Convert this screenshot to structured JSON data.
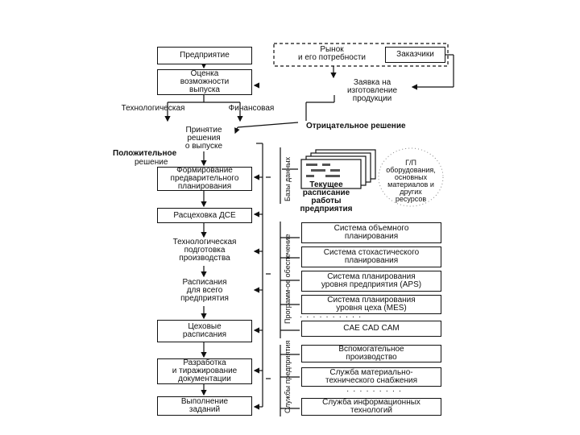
{
  "left_column": {
    "enterprise": "Предприятие",
    "assessment": "Оценка\nвозможности\nвыпуска",
    "technological": "Технологическая",
    "financial": "Финансовая",
    "decision": "Принятие\nрешения\nо выпуске",
    "positive": "Положительное",
    "positive_sub": "решение",
    "forming_plan": "Формирование\nпредварительного\nпланирования",
    "dse": "Расцеховка ДСЕ",
    "tech_prep": "Технологическая\nподготовка\nпроизводства",
    "schedule_all": "Расписания\nдля всего\nпредприятия",
    "shop_schedules": "Цеховые\nрасписания",
    "documentation": "Разработка\nи тиражирование\nдокументации",
    "execution": "Выполнение\nзаданий"
  },
  "top_right": {
    "market": "Рынок\nи его потребности",
    "customers": "Заказчики",
    "order_request": "Заявка на\nизготовление\nпродукции",
    "negative": "Отрицательное решение"
  },
  "middle": {
    "databases_label": "Базы данных",
    "current_schedule": "Текущее\nрасписание\nработы\nпредприятия",
    "resources": "Г/П\nоборудования,\nосновных\nматериалов и\nдругих\nресурсов",
    "software_label": "Программ-ое обеспечение",
    "services_label": "Службы предприятия"
  },
  "software": [
    "Система объемного\nпланирования",
    "Система стохастического\nпланирования",
    "Система планирования\nуровня предприятия (APS)",
    "Система планирования\nуровня цеха (MES)",
    "CAE CAD CAM"
  ],
  "services": [
    "Вспомогательное\nпроизводство",
    "Служба материально-\nтехнического снабжения",
    "Служба информационных\nтехнологий"
  ]
}
